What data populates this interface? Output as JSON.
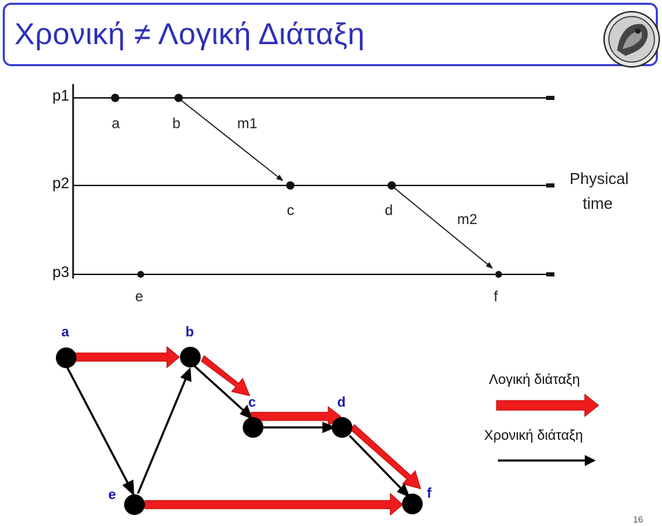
{
  "title": "Χρονική ≠ Λογική Διάταξη",
  "slide_number": "16",
  "timeline": {
    "processes": [
      "p1",
      "p2",
      "p3"
    ],
    "events": [
      "a",
      "b",
      "c",
      "d",
      "e",
      "f"
    ],
    "messages": [
      "m1",
      "m2"
    ],
    "axis_label_line1": "Physical",
    "axis_label_line2": "time"
  },
  "graph": {
    "nodes": [
      "a",
      "b",
      "c",
      "d",
      "e",
      "f"
    ],
    "logical_edges": [
      [
        "a",
        "b"
      ],
      [
        "b",
        "c"
      ],
      [
        "c",
        "d"
      ],
      [
        "d",
        "f"
      ],
      [
        "e",
        "f"
      ]
    ],
    "temporal_edges": [
      [
        "a",
        "e"
      ],
      [
        "e",
        "b"
      ],
      [
        "b",
        "c"
      ],
      [
        "c",
        "d"
      ],
      [
        "d",
        "f"
      ]
    ],
    "node_label_color": "#1a1ab0",
    "logical_color": "#ee1c1c",
    "temporal_color": "#000000"
  },
  "legend": {
    "logical_label": "Λογική διάταξη",
    "temporal_label": "Χρονική διάταξη"
  }
}
